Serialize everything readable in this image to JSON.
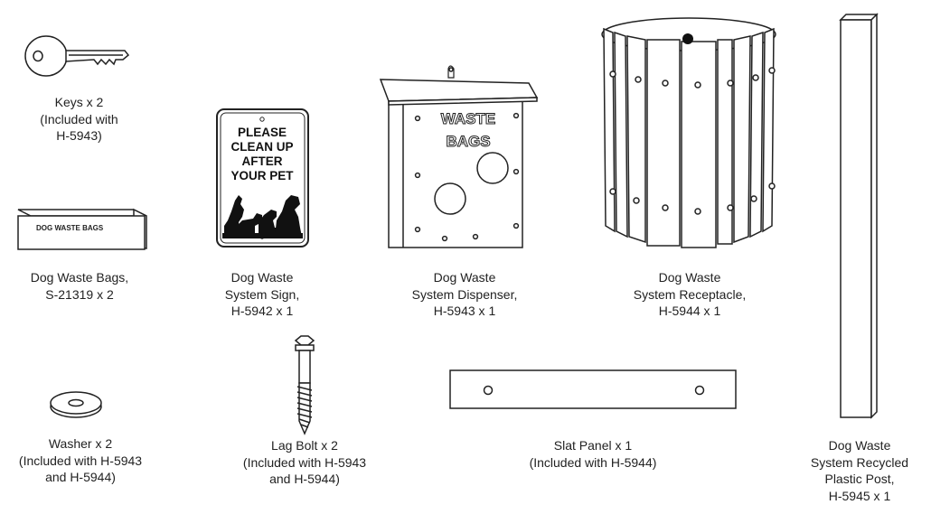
{
  "parts": {
    "keys": {
      "lines": [
        "Keys x 2",
        "(Included with",
        "H-5943)"
      ]
    },
    "bags": {
      "lines": [
        "Dog Waste Bags,",
        "S-21319 x 2"
      ],
      "box_label": "DOG WASTE BAGS"
    },
    "sign": {
      "lines": [
        "Dog Waste",
        "System Sign,",
        "H-5942 x 1"
      ],
      "sign_text": [
        "PLEASE",
        "CLEAN UP",
        "AFTER",
        "YOUR PET"
      ]
    },
    "dispenser": {
      "lines": [
        "Dog Waste",
        "System Dispenser,",
        "H-5943 x 1"
      ],
      "front_text": [
        "WASTE",
        "BAGS"
      ]
    },
    "receptacle": {
      "lines": [
        "Dog Waste",
        "System Receptacle,",
        "H-5944 x 1"
      ]
    },
    "washer": {
      "lines": [
        "Washer x 2",
        "(Included with H-5943",
        "and H-5944)"
      ]
    },
    "lag_bolt": {
      "lines": [
        "Lag Bolt x 2",
        "(Included with H-5943",
        "and H-5944)"
      ]
    },
    "slat_panel": {
      "lines": [
        "Slat Panel x 1",
        "(Included with H-5944)"
      ]
    },
    "post": {
      "lines": [
        "Dog Waste",
        "System Recycled",
        "Plastic Post,",
        "H-5945 x 1"
      ]
    }
  }
}
